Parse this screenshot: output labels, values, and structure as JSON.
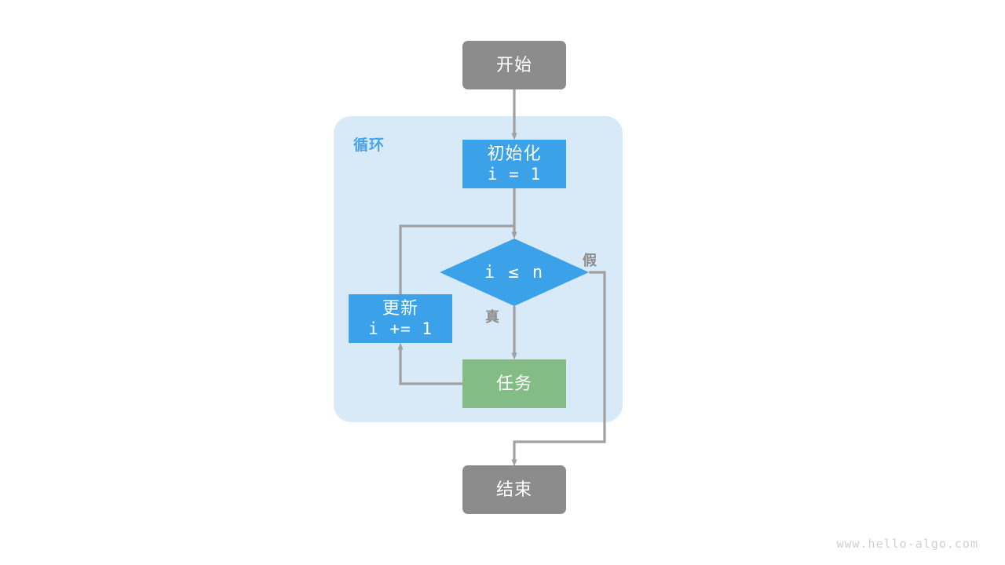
{
  "diagram": {
    "title_watermark": "www.hello-algo.com",
    "loop_container": {
      "label": "循环",
      "bg_color": "#d8eaf8",
      "label_color": "#4aa3e8"
    },
    "colors": {
      "terminal": "#8c8c8c",
      "process": "#3ba1e8",
      "task": "#83bd85",
      "edge": "#a0a0a0",
      "loop_bg": "#d8eaf8",
      "loop_label": "#4aa3e8",
      "node_text": "#ffffff",
      "watermark": "#cfcfcf"
    },
    "nodes": [
      {
        "id": "start",
        "kind": "terminal",
        "lines": [
          "开始"
        ]
      },
      {
        "id": "init",
        "kind": "process",
        "lines": [
          "初始化",
          "i = 1"
        ]
      },
      {
        "id": "condition",
        "kind": "decision",
        "lines": [
          "i ≤ n"
        ]
      },
      {
        "id": "update",
        "kind": "process",
        "lines": [
          "更新",
          "i += 1"
        ]
      },
      {
        "id": "task",
        "kind": "task",
        "lines": [
          "任务"
        ]
      },
      {
        "id": "end",
        "kind": "terminal",
        "lines": [
          "结束"
        ]
      }
    ],
    "edge_labels": {
      "true": "真",
      "false": "假"
    }
  }
}
